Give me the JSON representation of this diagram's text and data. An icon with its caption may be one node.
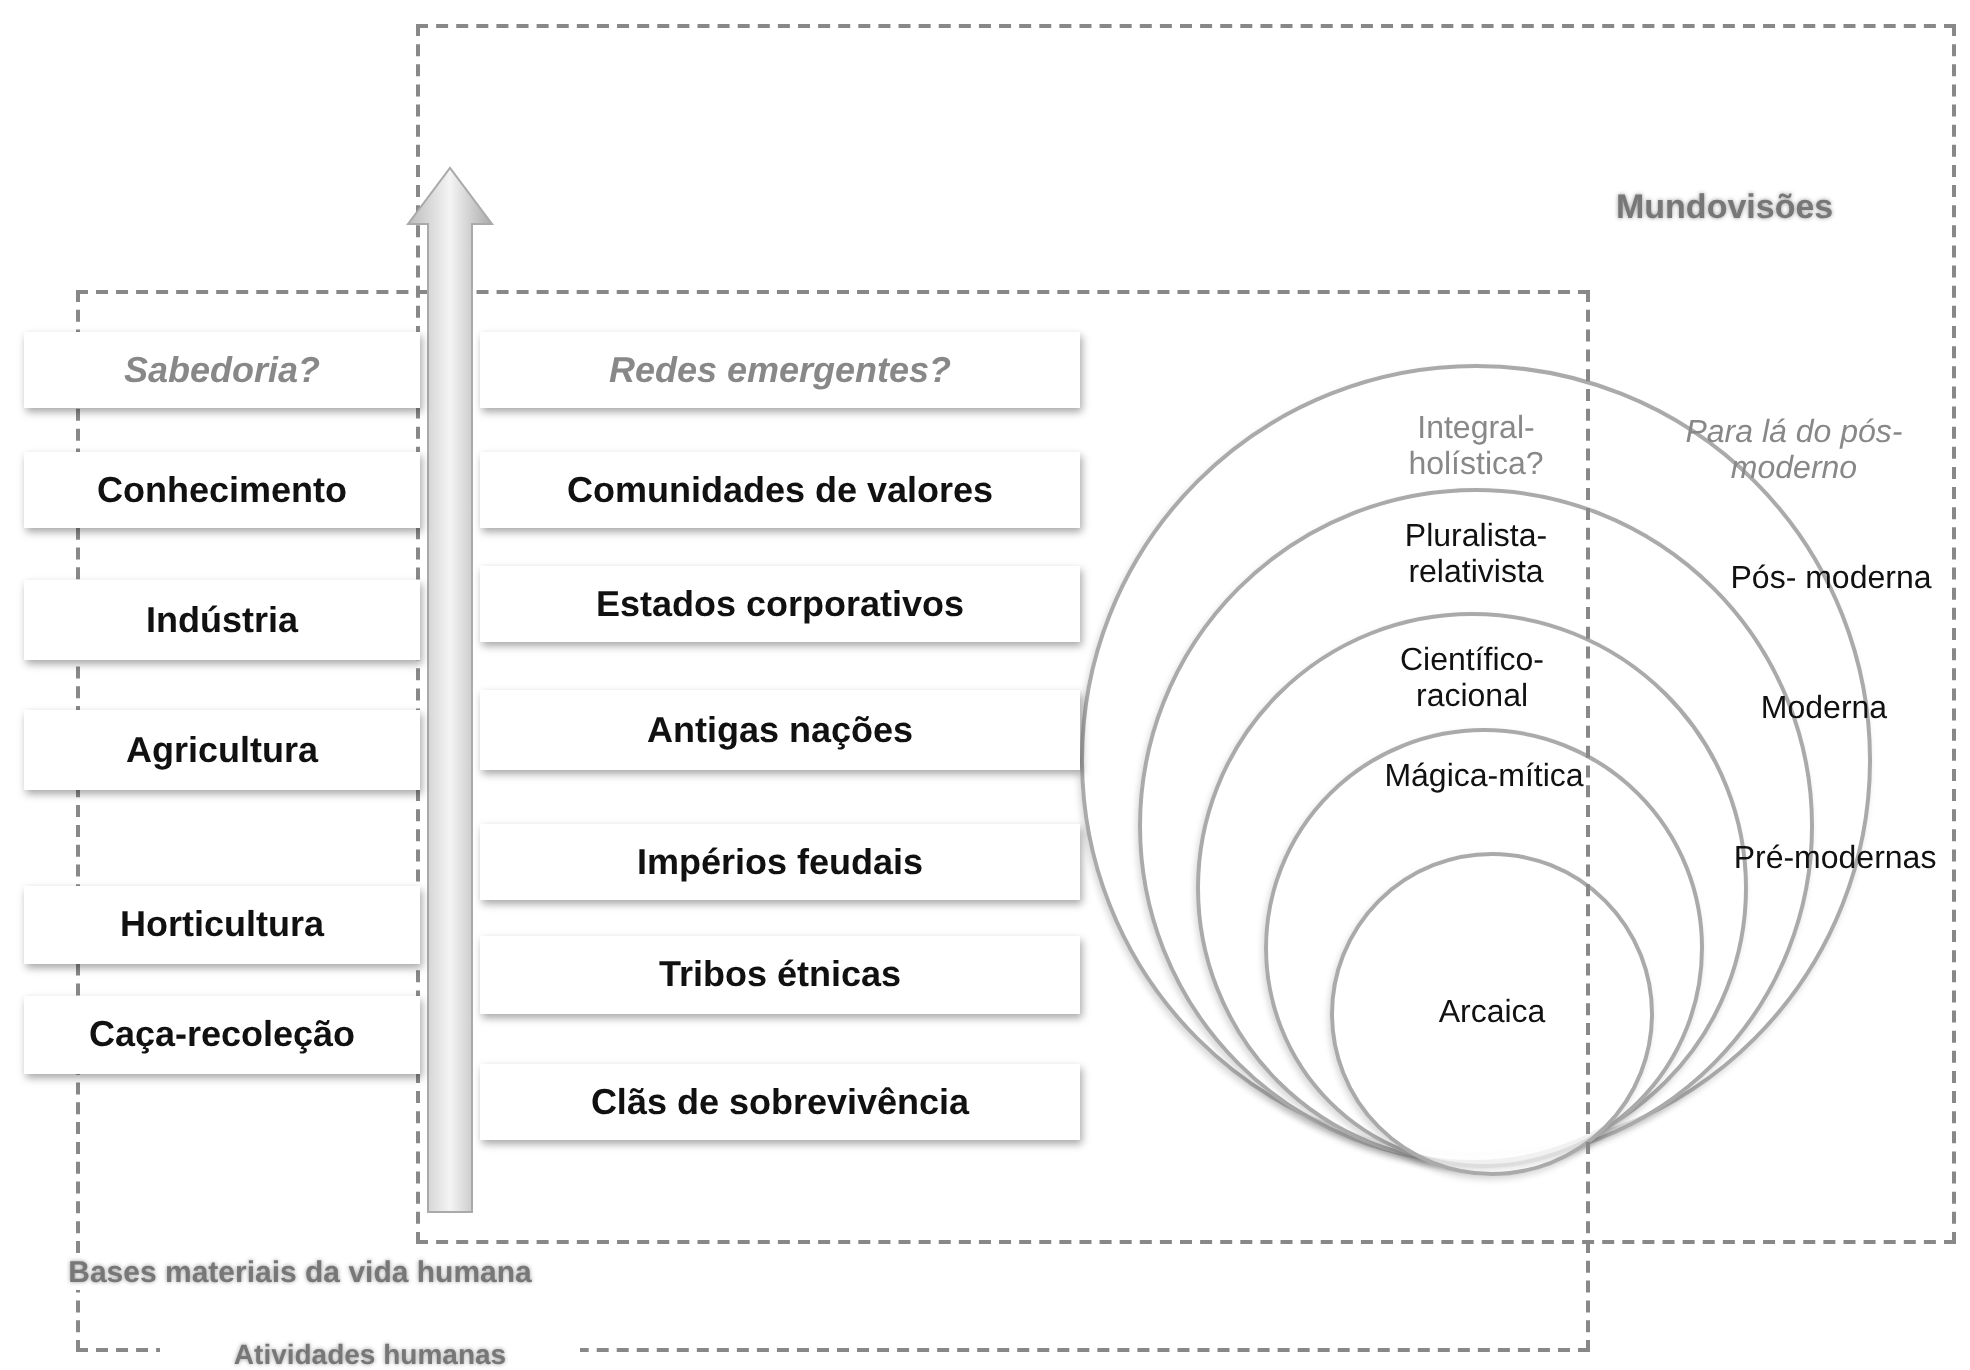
{
  "diagram": {
    "nodes": [
      {
        "text": [
          "Mundovisões"
        ]
      },
      {
        "text": [
          "Atividades humanas"
        ]
      },
      {
        "text": [
          "Sabedoria?"
        ]
      },
      {
        "text": [
          "Conhecimento"
        ]
      },
      {
        "text": [
          "Indústria"
        ]
      },
      {
        "text": [
          "Agricultura"
        ]
      },
      {
        "text": [
          "Horticultura"
        ]
      },
      {
        "text": [
          "Caça-recoleção"
        ]
      },
      {
        "text": [
          "Redes emergentes?"
        ]
      },
      {
        "text": [
          "Comunidades de valores"
        ]
      },
      {
        "text": [
          "Estados corporativos"
        ]
      },
      {
        "text": [
          "Antigas nações"
        ]
      },
      {
        "text": [
          "Impérios feudais"
        ]
      },
      {
        "text": [
          "Tribos étnicas"
        ]
      },
      {
        "text": [
          "Clãs de sobrevivência"
        ]
      },
      {
        "text": [
          "Integral-holística?"
        ],
        "beside": [
          "Para lá do pós-moderno"
        ],
        "in": 0
      },
      {
        "text": [
          "Pluralista-relativista"
        ],
        "beside": [
          "Pós- moderna"
        ],
        "in": 15
      },
      {
        "text": [
          "Científico-racional"
        ],
        "beside": [
          "Moderna"
        ],
        "in": 16
      },
      {
        "text": [
          "Mágica-mítica"
        ],
        "beside": [
          "Pré-modernas"
        ],
        "in": 17
      },
      {
        "text": [
          "Arcaica"
        ],
        "in": 18
      }
    ],
    "edges": [],
    "labels": [
      "Bases materiais da vida humana"
    ]
  }
}
